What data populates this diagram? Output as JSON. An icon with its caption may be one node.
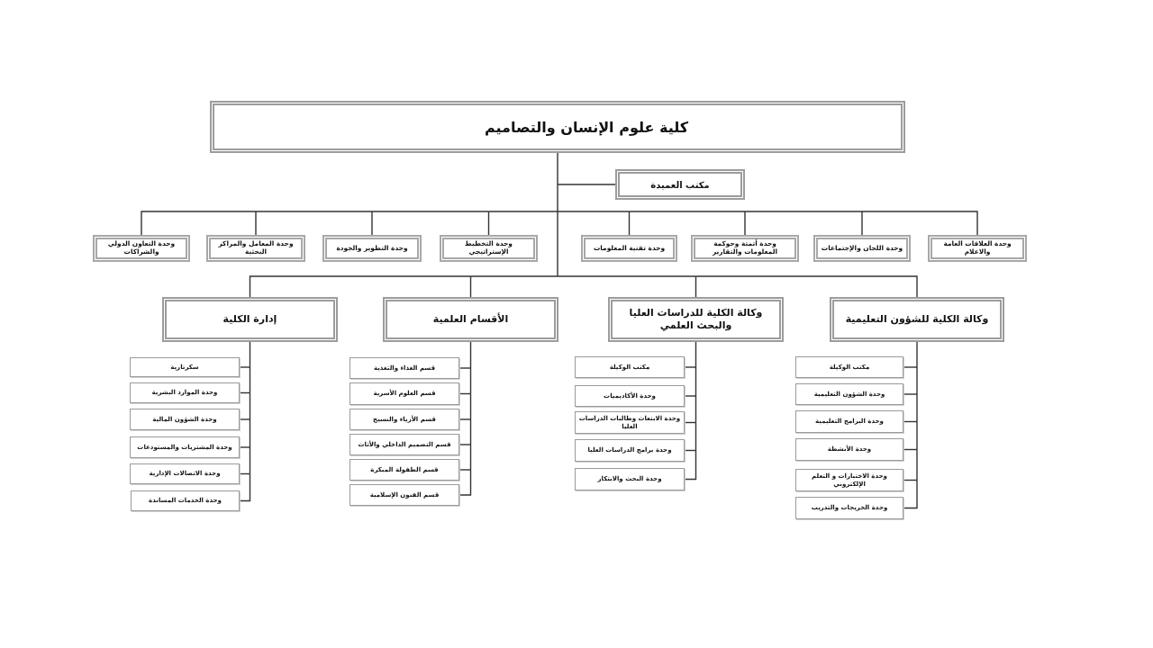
{
  "diagram": {
    "nodes": [
      {
        "text": [
          "كلية علوم الإنسان والتصاميم"
        ]
      },
      {
        "text": [
          "مكتب العميدة"
        ]
      },
      {
        "text": [
          "وحدة العلاقات العامة والاعلام"
        ]
      },
      {
        "text": [
          "وحدة اللجان والإجتماعات"
        ]
      },
      {
        "text": [
          "وحدة أتمتة وحوكمة المعلومات والتقارير"
        ]
      },
      {
        "text": [
          "وحدة تقنية المعلومات"
        ]
      },
      {
        "text": [
          "وحدة التخطيط الإستراتيجي"
        ]
      },
      {
        "text": [
          "وحدة التطوير والجودة"
        ]
      },
      {
        "text": [
          "وحدة المعامل والمراكز البحثية"
        ]
      },
      {
        "text": [
          "وحدة التعاون الدولي والشراكات"
        ]
      },
      {
        "text": [
          "وكالة الكلية للشؤون التعليمية"
        ]
      },
      {
        "text": [
          "وكالة الكلية للدراسات العليا والبحث العلمي"
        ]
      },
      {
        "text": [
          "الأقسام العلمية"
        ]
      },
      {
        "text": [
          "إدارة الكلية"
        ]
      },
      {
        "text": [
          "مكتب الوكيلة"
        ]
      },
      {
        "text": [
          "وحدة الشؤون التعليمية"
        ]
      },
      {
        "text": [
          "وحدة البرامج التعليمية"
        ]
      },
      {
        "text": [
          "وحدة الأنشطة"
        ]
      },
      {
        "text": [
          "وحدة الاختبارات و التعلم الإلكتروني"
        ]
      },
      {
        "text": [
          "وحدة الخريجات والتدريب"
        ]
      },
      {
        "text": [
          "مكتب الوكيلة"
        ]
      },
      {
        "text": [
          "وحدة الأكاديميات"
        ]
      },
      {
        "text": [
          "وحدة الابتعاث وطالبات الدراسات العليا"
        ]
      },
      {
        "text": [
          "وحدة برامج الدراسات العليا"
        ]
      },
      {
        "text": [
          "وحدة البحث والابتكار"
        ]
      },
      {
        "text": [
          "قسم الغذاء والتغذية"
        ]
      },
      {
        "text": [
          "قسم العلوم الأسرية"
        ]
      },
      {
        "text": [
          "قسم الأزياء والنسيج"
        ]
      },
      {
        "text": [
          "قسم التصميم الداخلي والأثاث"
        ]
      },
      {
        "text": [
          "قسم الطفولة المبكرة"
        ]
      },
      {
        "text": [
          "قسم الفنون الإسلامية"
        ]
      },
      {
        "text": [
          "سكرتارية"
        ]
      },
      {
        "text": [
          "وحدة الموارد البشرية"
        ]
      },
      {
        "text": [
          "وحدة الشؤون المالية"
        ]
      },
      {
        "text": [
          "وحدة المشتريات والمستودعات"
        ]
      },
      {
        "text": [
          "وحدة الاتصالات الإدارية"
        ]
      },
      {
        "text": [
          "وحدة الخدمات المساندة"
        ]
      }
    ],
    "edges": [
      {
        "from": 0,
        "to": 1,
        "arrow": "none"
      },
      {
        "from": 0,
        "to": 2,
        "arrow": "none"
      },
      {
        "from": 0,
        "to": 3,
        "arrow": "none"
      },
      {
        "from": 0,
        "to": 4,
        "arrow": "none"
      },
      {
        "from": 0,
        "to": 5,
        "arrow": "none"
      },
      {
        "from": 0,
        "to": 6,
        "arrow": "none"
      },
      {
        "from": 0,
        "to": 7,
        "arrow": "none"
      },
      {
        "from": 0,
        "to": 8,
        "arrow": "none"
      },
      {
        "from": 0,
        "to": 9,
        "arrow": "none"
      },
      {
        "from": 0,
        "to": 10,
        "arrow": "none"
      },
      {
        "from": 0,
        "to": 11,
        "arrow": "none"
      },
      {
        "from": 0,
        "to": 12,
        "arrow": "none"
      },
      {
        "from": 0,
        "to": 13,
        "arrow": "none"
      },
      {
        "from": 10,
        "to": 14,
        "arrow": "none"
      },
      {
        "from": 10,
        "to": 15,
        "arrow": "none"
      },
      {
        "from": 10,
        "to": 16,
        "arrow": "none"
      },
      {
        "from": 10,
        "to": 17,
        "arrow": "none"
      },
      {
        "from": 10,
        "to": 18,
        "arrow": "none"
      },
      {
        "from": 10,
        "to": 19,
        "arrow": "none"
      },
      {
        "from": 11,
        "to": 20,
        "arrow": "none"
      },
      {
        "from": 11,
        "to": 21,
        "arrow": "none"
      },
      {
        "from": 11,
        "to": 22,
        "arrow": "none"
      },
      {
        "from": 11,
        "to": 23,
        "arrow": "none"
      },
      {
        "from": 11,
        "to": 24,
        "arrow": "none"
      },
      {
        "from": 12,
        "to": 25,
        "arrow": "none"
      },
      {
        "from": 12,
        "to": 26,
        "arrow": "none"
      },
      {
        "from": 12,
        "to": 27,
        "arrow": "none"
      },
      {
        "from": 12,
        "to": 28,
        "arrow": "none"
      },
      {
        "from": 12,
        "to": 29,
        "arrow": "none"
      },
      {
        "from": 12,
        "to": 30,
        "arrow": "none"
      },
      {
        "from": 13,
        "to": 31,
        "arrow": "none"
      },
      {
        "from": 13,
        "to": 32,
        "arrow": "none"
      },
      {
        "from": 13,
        "to": 33,
        "arrow": "none"
      },
      {
        "from": 13,
        "to": 34,
        "arrow": "none"
      },
      {
        "from": 13,
        "to": 35,
        "arrow": "none"
      },
      {
        "from": 13,
        "to": 36,
        "arrow": "none"
      }
    ]
  }
}
